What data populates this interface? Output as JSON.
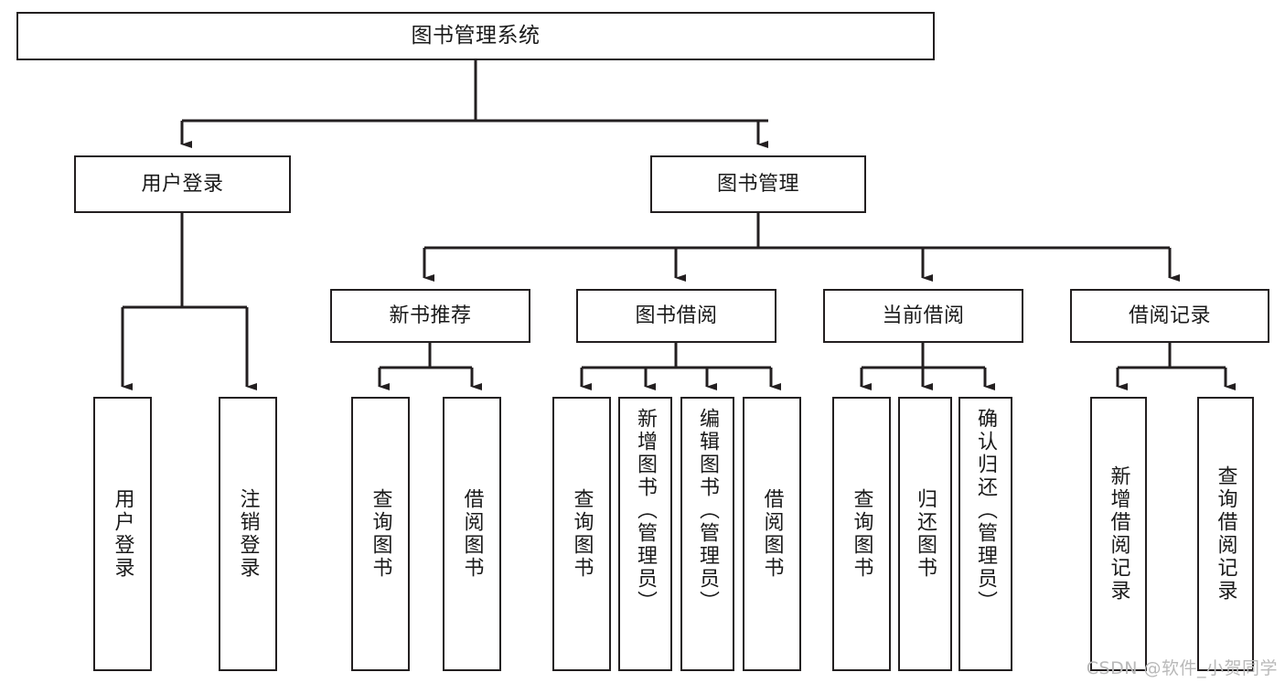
{
  "diagram": {
    "title": "图书管理系统",
    "type": "functional-structure-tree",
    "root": {
      "id": "root",
      "label": "图书管理系统"
    },
    "level2": [
      {
        "id": "user-login",
        "label": "用户登录"
      },
      {
        "id": "book-manage",
        "label": "图书管理"
      }
    ],
    "level3": [
      {
        "id": "new-book-recommend",
        "label": "新书推荐",
        "parent": "book-manage"
      },
      {
        "id": "book-borrow",
        "label": "图书借阅",
        "parent": "book-manage"
      },
      {
        "id": "current-borrow",
        "label": "当前借阅",
        "parent": "book-manage"
      },
      {
        "id": "borrow-record",
        "label": "借阅记录",
        "parent": "book-manage"
      }
    ],
    "leaves": {
      "user_login": [
        {
          "id": "leaf-user-login",
          "label": "用户登录"
        },
        {
          "id": "leaf-logout-login",
          "label": "注销登录"
        }
      ],
      "new_book_recommend": [
        {
          "id": "leaf-query-book-1",
          "label": "查询图书"
        },
        {
          "id": "leaf-borrow-book-1",
          "label": "借阅图书"
        }
      ],
      "book_borrow": [
        {
          "id": "leaf-query-book-2",
          "label": "查询图书"
        },
        {
          "id": "leaf-add-book",
          "label": "新增图书（管理员）"
        },
        {
          "id": "leaf-edit-book",
          "label": "编辑图书（管理员）"
        },
        {
          "id": "leaf-borrow-book-2",
          "label": "借阅图书"
        }
      ],
      "current_borrow": [
        {
          "id": "leaf-query-book-3",
          "label": "查询图书"
        },
        {
          "id": "leaf-return-book",
          "label": "归还图书"
        },
        {
          "id": "leaf-confirm-return",
          "label": "确认归还（管理员）"
        }
      ],
      "borrow_record": [
        {
          "id": "leaf-add-record",
          "label": "新增借阅记录"
        },
        {
          "id": "leaf-query-record",
          "label": "查询借阅记录"
        }
      ]
    },
    "colors": {
      "stroke": "#231f20",
      "background": "#ffffff",
      "text": "#1a1a1a",
      "watermark": "#b9b9b9"
    }
  },
  "watermark": {
    "text": "CSDN @软件_小贺同学"
  }
}
